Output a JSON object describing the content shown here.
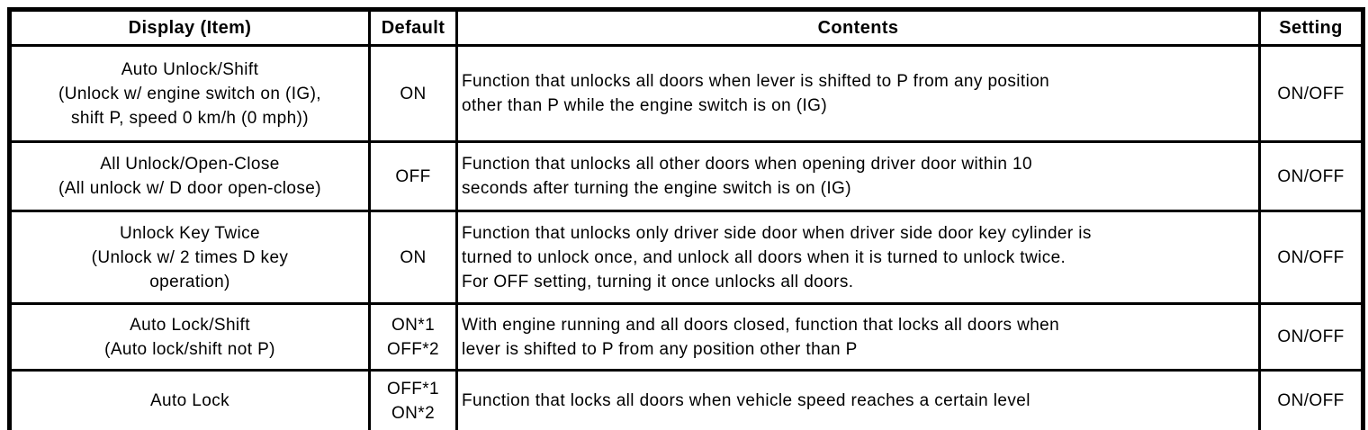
{
  "table": {
    "headers": {
      "display": "Display (Item)",
      "default": "Default",
      "contents": "Contents",
      "setting": "Setting"
    },
    "rows": [
      {
        "display": "Auto Unlock/Shift\n(Unlock w/ engine switch on (IG),\nshift P, speed 0 km/h (0 mph))",
        "default": "ON",
        "contents": "Function that unlocks all doors when lever is shifted to P from any position\nother than P while the engine switch is on (IG)",
        "setting": "ON/OFF"
      },
      {
        "display": "All Unlock/Open-Close\n(All unlock w/ D door open-close)",
        "default": "OFF",
        "contents": "Function that unlocks all other doors when opening driver door within 10\nseconds after turning the engine switch is on (IG)",
        "setting": "ON/OFF"
      },
      {
        "display": "Unlock Key Twice\n(Unlock w/ 2 times D key\noperation)",
        "default": "ON",
        "contents": "Function that unlocks only driver side door when driver side door key cylinder is\nturned to unlock once, and unlock all doors when it is turned to unlock twice.\nFor OFF setting, turning it once unlocks all doors.",
        "setting": "ON/OFF"
      },
      {
        "display": "Auto Lock/Shift\n(Auto lock/shift not P)",
        "default": "ON*1\nOFF*2",
        "contents": "With engine running and all doors closed, function that locks all doors when\nlever is shifted to P from any position other than P",
        "setting": "ON/OFF"
      },
      {
        "display": "Auto Lock",
        "default": "OFF*1\nON*2",
        "contents": "Function that locks all doors when vehicle speed reaches a certain level",
        "setting": "ON/OFF"
      }
    ]
  },
  "colors": {
    "border": "#000000",
    "text": "#000000",
    "background": "#ffffff"
  }
}
